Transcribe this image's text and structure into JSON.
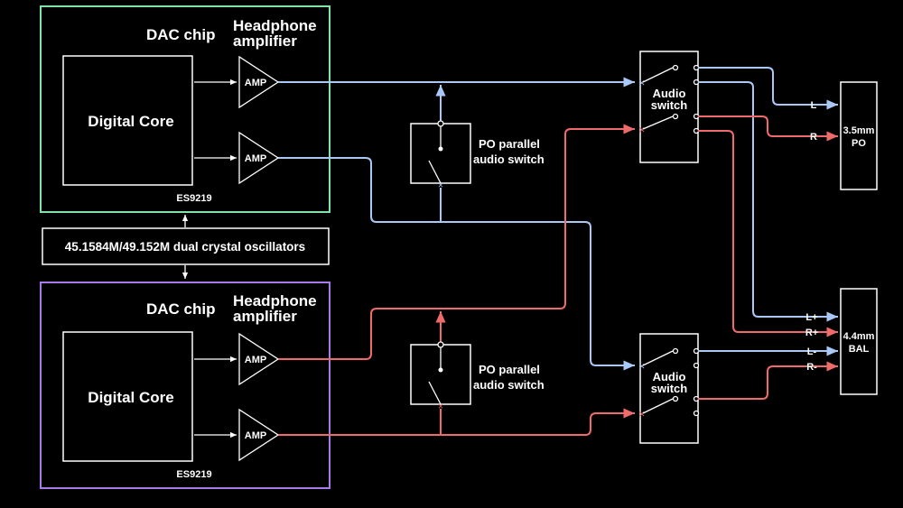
{
  "colors": {
    "background": "#000000",
    "top_dac_border": "#7fe3a8",
    "bottom_dac_border": "#a97be8",
    "left_channel_wire": "#a9c8f5",
    "right_channel_wire": "#ef6a6a",
    "lines": "#ffffff"
  },
  "top_dac": {
    "chip_label": "DAC chip",
    "amp_label_line1": "Headphone",
    "amp_label_line2": "amplifier",
    "core_label": "Digital Core",
    "chip_model": "ES9219",
    "amp1": "AMP",
    "amp2": "AMP"
  },
  "bottom_dac": {
    "chip_label": "DAC chip",
    "amp_label_line1": "Headphone",
    "amp_label_line2": "amplifier",
    "core_label": "Digital Core",
    "chip_model": "ES9219",
    "amp1": "AMP",
    "amp2": "AMP"
  },
  "oscillator": {
    "label": "45.1584M/49.152M dual crystal oscillators"
  },
  "po_switch_top": {
    "line1": "PO parallel",
    "line2": "audio switch"
  },
  "po_switch_bottom": {
    "line1": "PO parallel",
    "line2": "audio switch"
  },
  "audio_switch_top": {
    "line1": "Audio",
    "line2": "switch"
  },
  "audio_switch_bottom": {
    "line1": "Audio",
    "line2": "switch"
  },
  "port_po": {
    "line1": "3.5mm",
    "line2": "PO",
    "pins": [
      "L",
      "R"
    ]
  },
  "port_bal": {
    "line1": "4.4mm",
    "line2": "BAL",
    "pins": [
      "L+",
      "R+",
      "L-",
      "R-"
    ]
  }
}
